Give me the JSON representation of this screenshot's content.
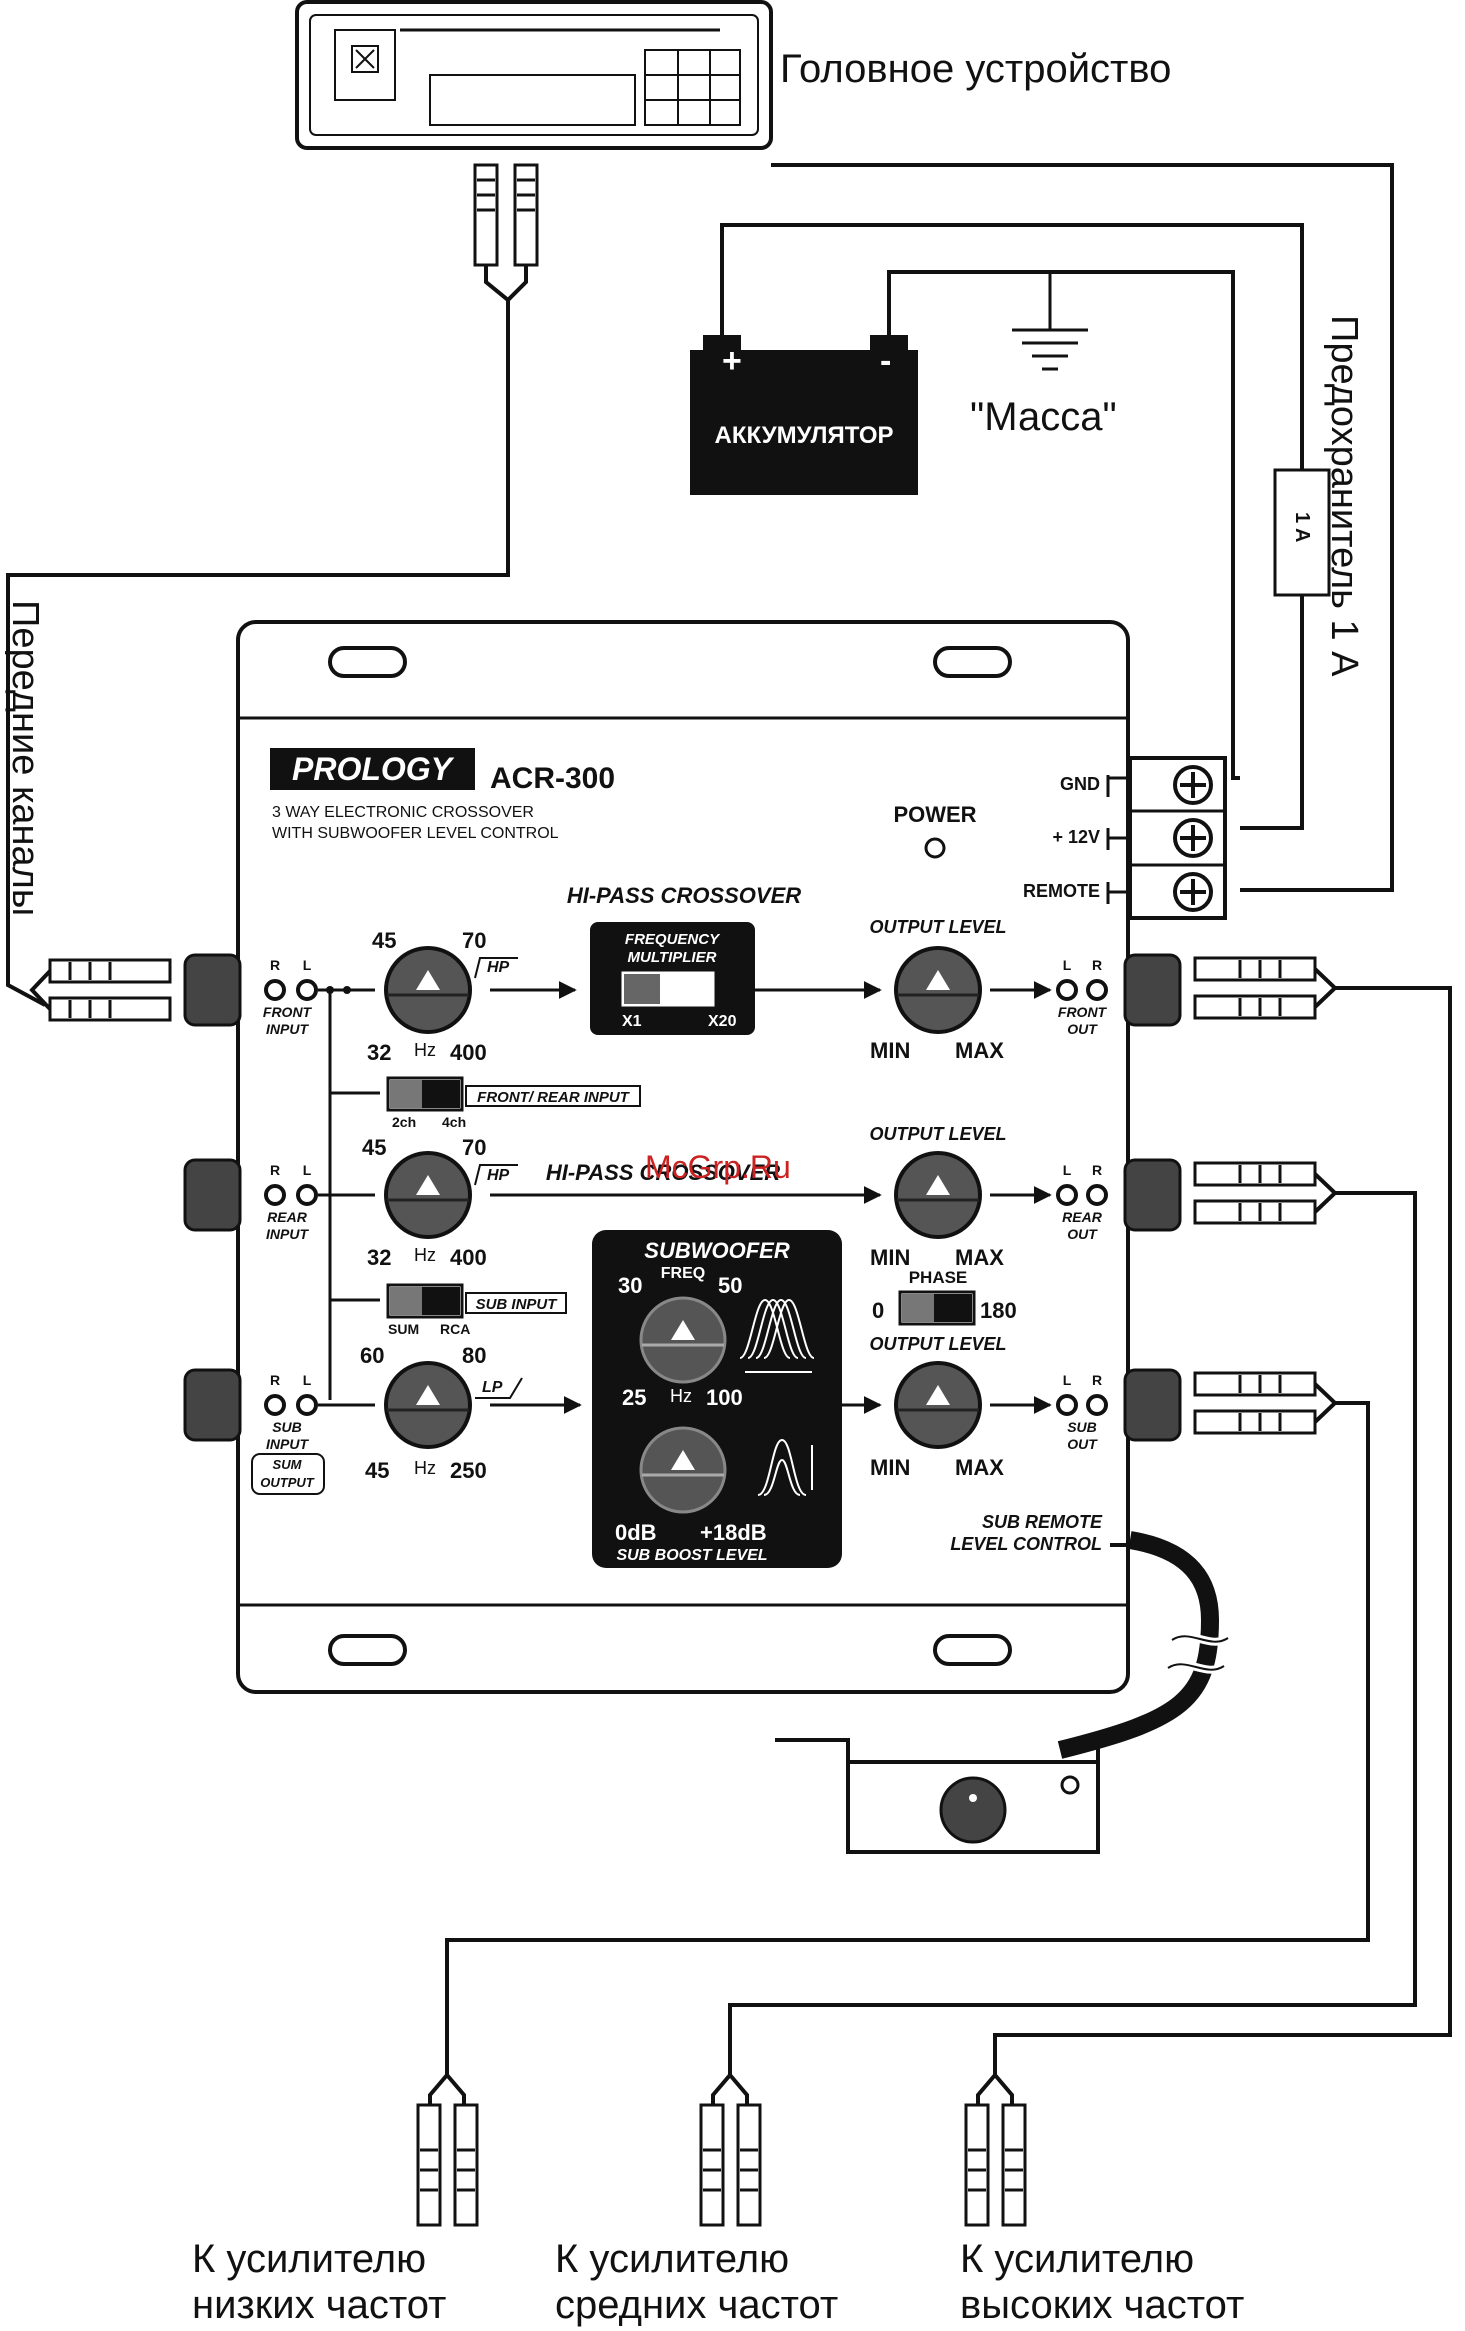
{
  "labels": {
    "head_unit": "Головное устройство",
    "front_channels": "Передние каналы",
    "fuse_vertical": "Предохранитель 1 А",
    "fuse_box": "1 A",
    "battery": "АККУМУЛЯТОР",
    "battery_plus": "+",
    "battery_minus": "-",
    "ground": "\"Масса\"",
    "watermark": "McGrp.Ru",
    "amp_low_1": "К усилителю",
    "amp_low_2": "низких частот",
    "amp_mid_1": "К усилителю",
    "amp_mid_2": "средних частот",
    "amp_high_1": "К усилителю",
    "amp_high_2": "высоких частот"
  },
  "device": {
    "brand": "PROLOGY",
    "model": "ACR-300",
    "desc1": "3 WAY ELECTRONIC CROSSOVER",
    "desc2": "WITH SUBWOOFER LEVEL CONTROL",
    "power": "POWER",
    "gnd": "GND",
    "v12": "+ 12V",
    "remote": "REMOTE",
    "sub_remote1": "SUB REMOTE",
    "sub_remote2": "LEVEL CONTROL",
    "hipass1": "HI-PASS CROSSOVER",
    "hipass2": "HI-PASS CROSSOVER",
    "freq_mult1": "FREQUENCY",
    "freq_mult2": "MULTIPLIER",
    "x1": "X1",
    "x20": "X20",
    "output_level": "OUTPUT LEVEL",
    "min": "MIN",
    "max": "MAX",
    "front_rear_input": "FRONT/ REAR INPUT",
    "ch2": "2ch",
    "ch4": "4ch",
    "sub_input": "SUB INPUT",
    "sum": "SUM",
    "rca": "RCA",
    "phase": "PHASE",
    "phase0": "0",
    "phase180": "180",
    "subwoofer": "SUBWOOFER",
    "freq": "FREQ",
    "sub_boost": "SUB BOOST LEVEL",
    "db0": "0dB",
    "db18": "+18dB",
    "hz": "Hz",
    "hp": "HP",
    "lp": "LP",
    "r": "R",
    "l": "L",
    "front_input1": "FRONT",
    "front_input2": "INPUT",
    "rear_input1": "REAR",
    "rear_input2": "INPUT",
    "sub_input1": "SUB",
    "sub_input2": "INPUT",
    "sum_output1": "SUM",
    "sum_output2": "OUTPUT",
    "front_out1": "FRONT",
    "front_out2": "OUT",
    "rear_out1": "REAR",
    "rear_out2": "OUT",
    "sub_out1": "SUB",
    "sub_out2": "OUT",
    "k1_45": "45",
    "k1_70": "70",
    "k1_32": "32",
    "k1_400": "400",
    "k2_45": "45",
    "k2_70": "70",
    "k2_32": "32",
    "k2_400": "400",
    "k3_60": "60",
    "k3_80": "80",
    "k3_45": "45",
    "k3_250": "250",
    "s_30": "30",
    "s_50": "50",
    "s_25": "25",
    "s_100": "100"
  },
  "colors": {
    "line": "#111111",
    "battery": "#111111",
    "knob": "#555555",
    "watermark": "#cc2222"
  }
}
